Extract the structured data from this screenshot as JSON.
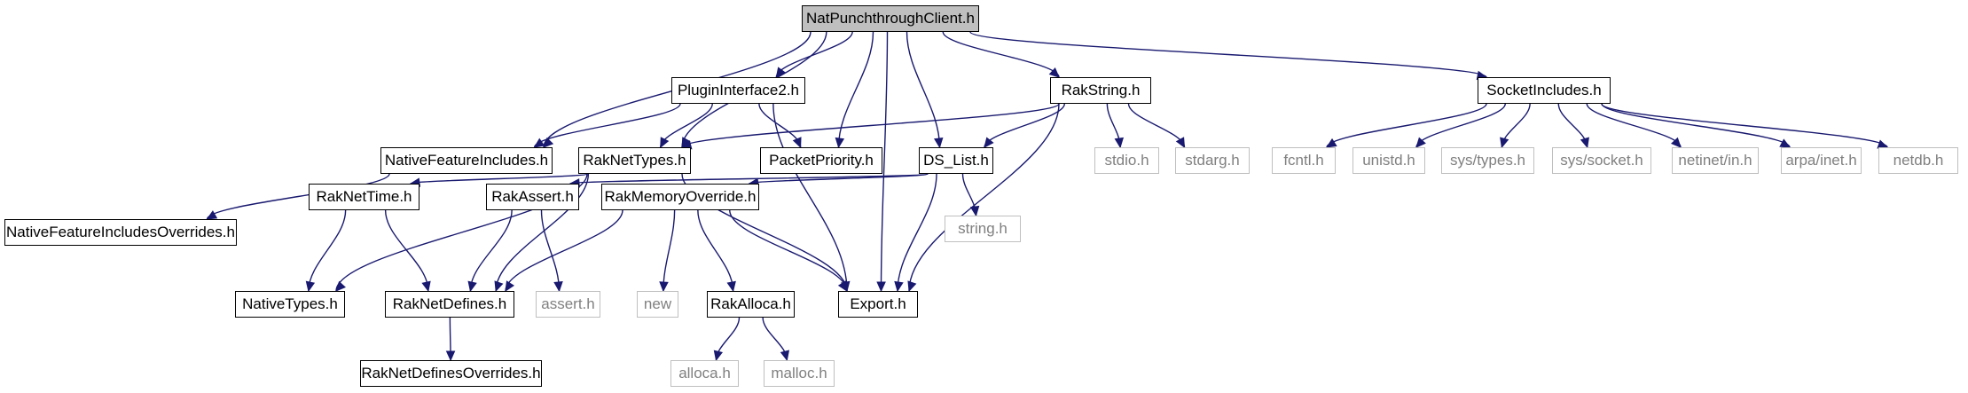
{
  "nodes": [
    {
      "id": "npc",
      "label": "NatPunchthroughClient.h",
      "kind": "root"
    },
    {
      "id": "pi2",
      "label": "PluginInterface2.h",
      "kind": "link"
    },
    {
      "id": "rstr",
      "label": "RakString.h",
      "kind": "link"
    },
    {
      "id": "sock",
      "label": "SocketIncludes.h",
      "kind": "link"
    },
    {
      "id": "nfi",
      "label": "NativeFeatureIncludes.h",
      "kind": "link"
    },
    {
      "id": "rnt",
      "label": "RakNetTypes.h",
      "kind": "link"
    },
    {
      "id": "pp",
      "label": "PacketPriority.h",
      "kind": "link"
    },
    {
      "id": "dsl",
      "label": "DS_List.h",
      "kind": "link"
    },
    {
      "id": "stdio",
      "label": "stdio.h",
      "kind": "ext"
    },
    {
      "id": "stdarg",
      "label": "stdarg.h",
      "kind": "ext"
    },
    {
      "id": "fcntl",
      "label": "fcntl.h",
      "kind": "ext"
    },
    {
      "id": "unistd",
      "label": "unistd.h",
      "kind": "ext"
    },
    {
      "id": "systypes",
      "label": "sys/types.h",
      "kind": "ext"
    },
    {
      "id": "syssocket",
      "label": "sys/socket.h",
      "kind": "ext"
    },
    {
      "id": "netinet",
      "label": "netinet/in.h",
      "kind": "ext"
    },
    {
      "id": "arpa",
      "label": "arpa/inet.h",
      "kind": "ext"
    },
    {
      "id": "netdb",
      "label": "netdb.h",
      "kind": "ext"
    },
    {
      "id": "nfio",
      "label": "NativeFeatureIncludesOverrides.h",
      "kind": "link"
    },
    {
      "id": "rntime",
      "label": "RakNetTime.h",
      "kind": "link"
    },
    {
      "id": "rassert",
      "label": "RakAssert.h",
      "kind": "link"
    },
    {
      "id": "rmo",
      "label": "RakMemoryOverride.h",
      "kind": "link"
    },
    {
      "id": "strh",
      "label": "string.h",
      "kind": "ext"
    },
    {
      "id": "ntypes",
      "label": "NativeTypes.h",
      "kind": "link"
    },
    {
      "id": "rndef",
      "label": "RakNetDefines.h",
      "kind": "link"
    },
    {
      "id": "asserth",
      "label": "assert.h",
      "kind": "ext"
    },
    {
      "id": "newh",
      "label": "new",
      "kind": "ext"
    },
    {
      "id": "ralloca",
      "label": "RakAlloca.h",
      "kind": "link"
    },
    {
      "id": "exporth",
      "label": "Export.h",
      "kind": "link"
    },
    {
      "id": "rndo",
      "label": "RakNetDefinesOverrides.h",
      "kind": "link"
    },
    {
      "id": "allocah",
      "label": "alloca.h",
      "kind": "ext"
    },
    {
      "id": "malloch",
      "label": "malloc.h",
      "kind": "ext"
    }
  ],
  "edges": [
    [
      "npc",
      "pi2"
    ],
    [
      "npc",
      "rstr"
    ],
    [
      "npc",
      "sock"
    ],
    [
      "npc",
      "nfi"
    ],
    [
      "npc",
      "rnt"
    ],
    [
      "npc",
      "pp"
    ],
    [
      "npc",
      "dsl"
    ],
    [
      "npc",
      "exporth"
    ],
    [
      "pi2",
      "nfi"
    ],
    [
      "pi2",
      "rnt"
    ],
    [
      "pi2",
      "pp"
    ],
    [
      "pi2",
      "exporth"
    ],
    [
      "rstr",
      "rnt"
    ],
    [
      "rstr",
      "dsl"
    ],
    [
      "rstr",
      "stdio"
    ],
    [
      "rstr",
      "stdarg"
    ],
    [
      "rstr",
      "exporth"
    ],
    [
      "sock",
      "fcntl"
    ],
    [
      "sock",
      "unistd"
    ],
    [
      "sock",
      "systypes"
    ],
    [
      "sock",
      "syssocket"
    ],
    [
      "sock",
      "netinet"
    ],
    [
      "sock",
      "arpa"
    ],
    [
      "sock",
      "netdb"
    ],
    [
      "nfi",
      "nfio"
    ],
    [
      "rnt",
      "rntime"
    ],
    [
      "rnt",
      "ntypes"
    ],
    [
      "rnt",
      "rndef"
    ],
    [
      "rnt",
      "exporth"
    ],
    [
      "dsl",
      "rassert"
    ],
    [
      "dsl",
      "rmo"
    ],
    [
      "dsl",
      "strh"
    ],
    [
      "dsl",
      "exporth"
    ],
    [
      "rntime",
      "ntypes"
    ],
    [
      "rntime",
      "rndef"
    ],
    [
      "rassert",
      "rndef"
    ],
    [
      "rassert",
      "asserth"
    ],
    [
      "rmo",
      "rndef"
    ],
    [
      "rmo",
      "newh"
    ],
    [
      "rmo",
      "ralloca"
    ],
    [
      "rmo",
      "exporth"
    ],
    [
      "rndef",
      "rndo"
    ],
    [
      "ralloca",
      "allocah"
    ],
    [
      "ralloca",
      "malloch"
    ]
  ],
  "colors": {
    "edge": "#191970",
    "node_border": "#000000",
    "external_border": "#bfbfbf",
    "external_text": "#808080",
    "root_fill": "#bfbfbf"
  }
}
